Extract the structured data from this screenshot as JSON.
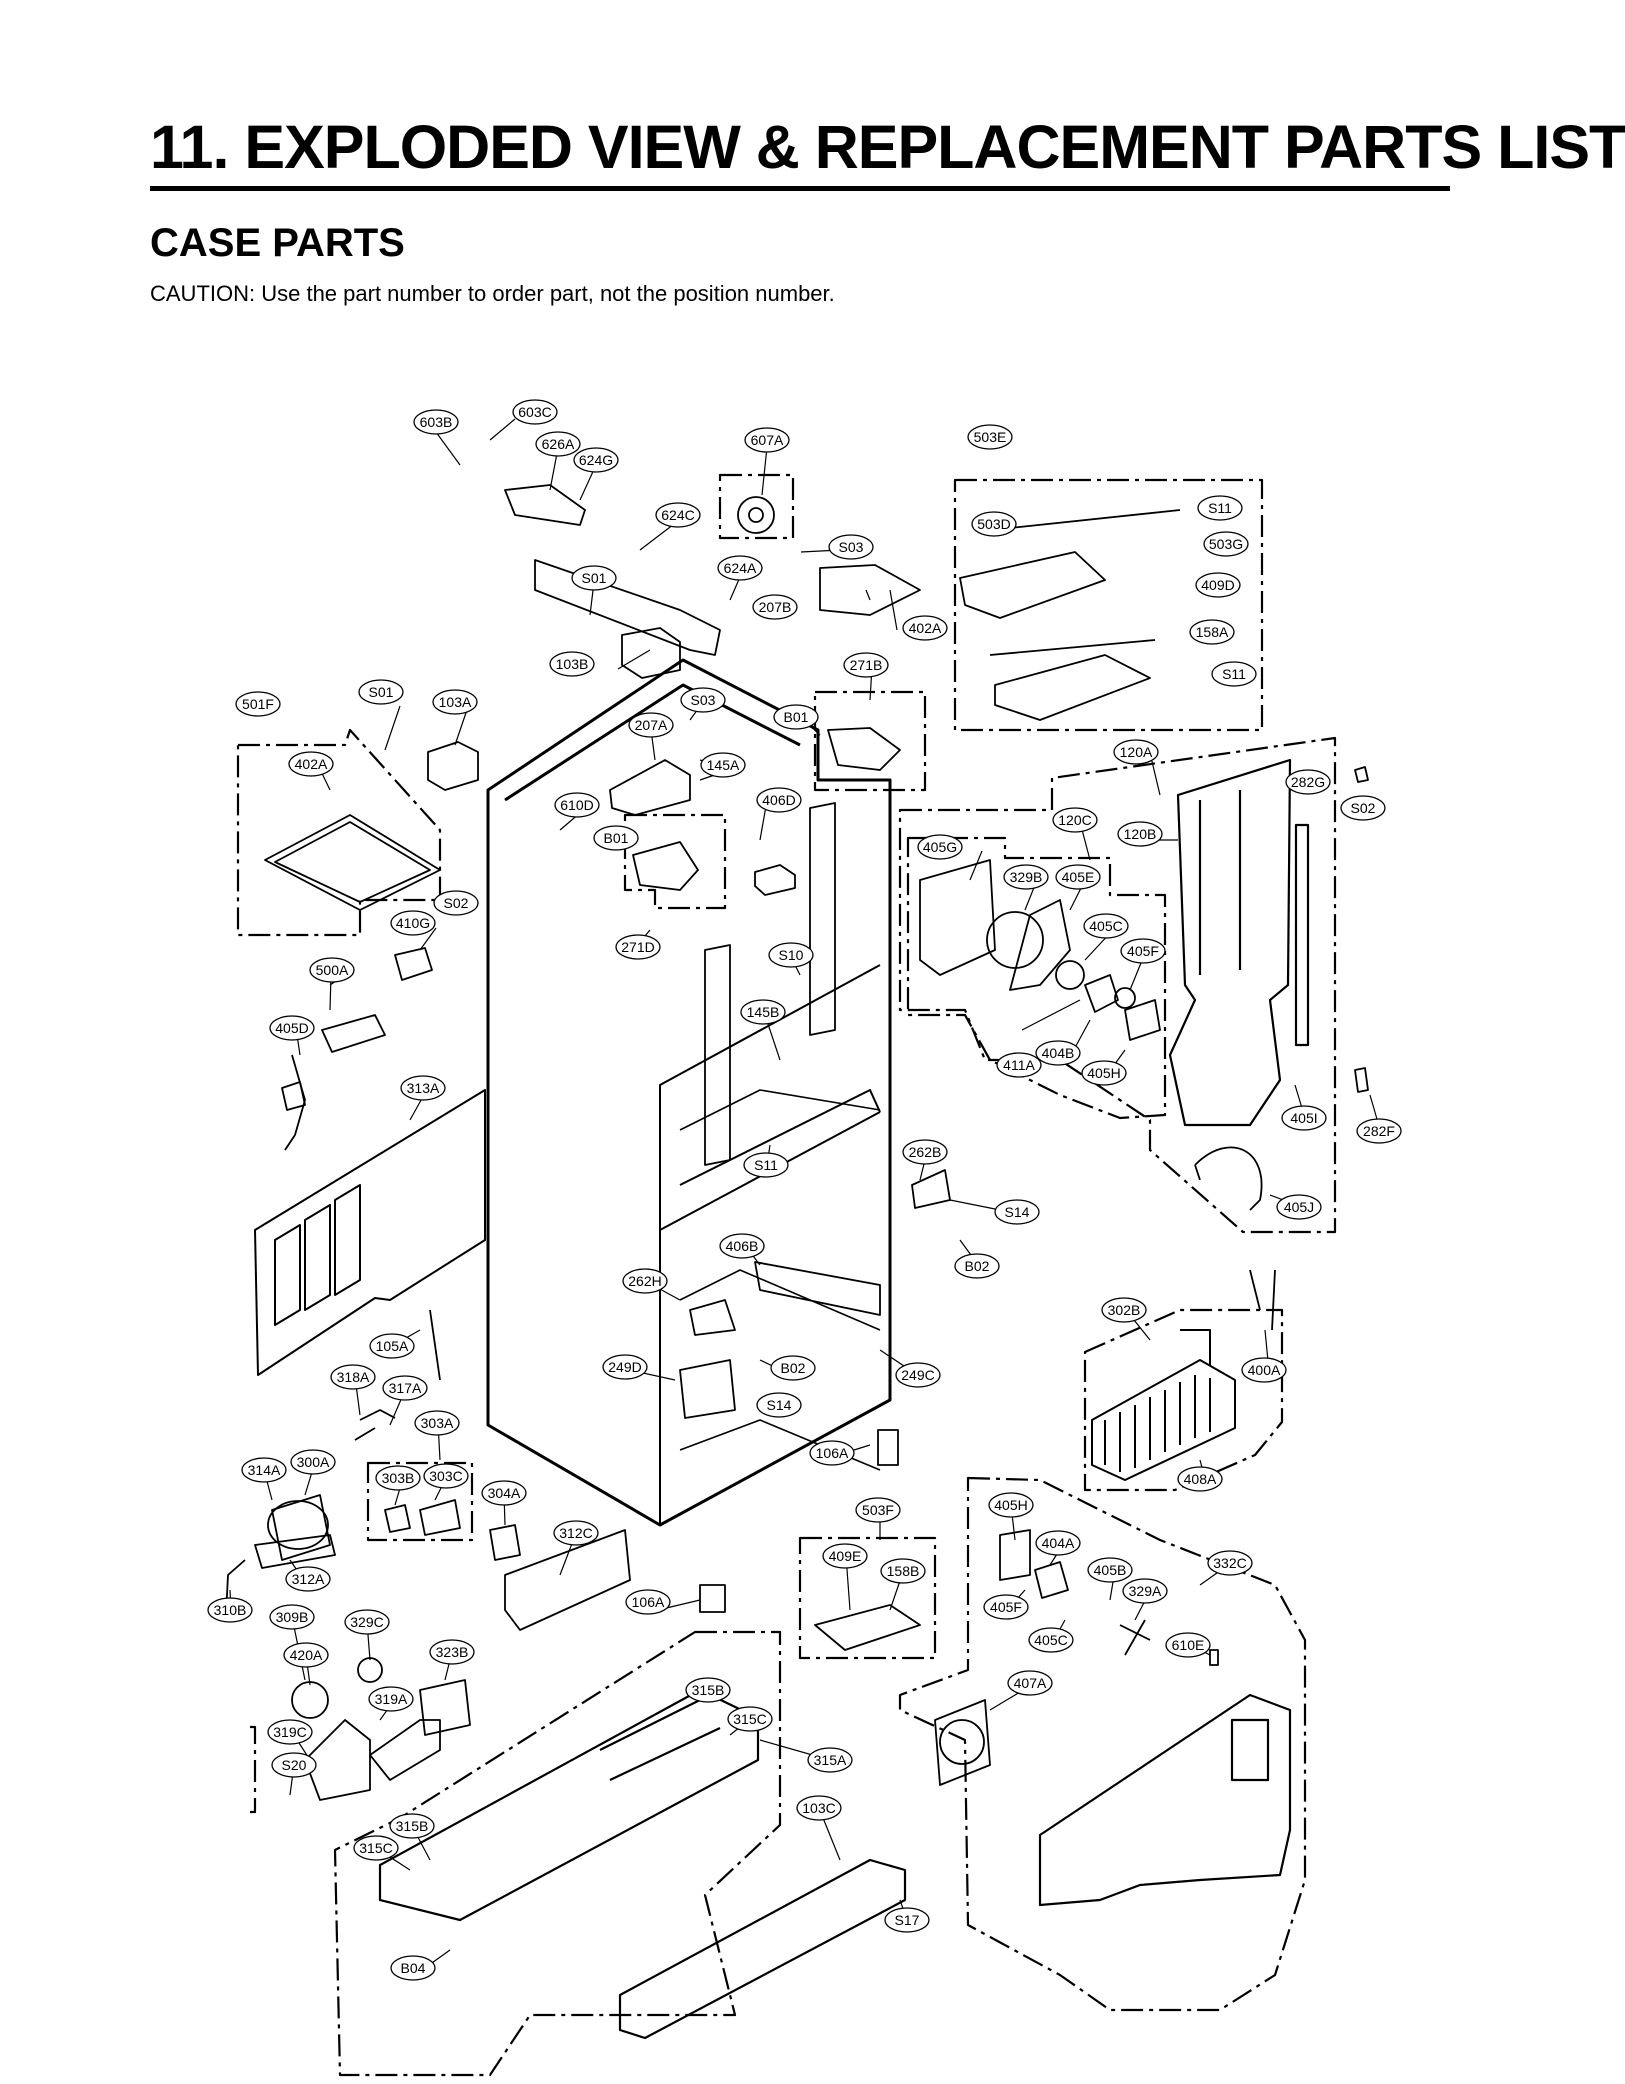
{
  "title": "11. EXPLODED VIEW & REPLACEMENT PARTS LIST",
  "section": "CASE PARTS",
  "caution": "CAUTION: Use the part number to order part, not the position number.",
  "callouts": [
    "603B",
    "603C",
    "626A",
    "624G",
    "607A",
    "503E",
    "624C",
    "S11",
    "503D",
    "503G",
    "S03",
    "624A",
    "S01",
    "409D",
    "207B",
    "402A",
    "158A",
    "103B",
    "271B",
    "S11",
    "S01",
    "103A",
    "S03",
    "B01",
    "501F",
    "207A",
    "120A",
    "402A",
    "145A",
    "282G",
    "S02",
    "406D",
    "610D",
    "120C",
    "120B",
    "B01",
    "405G",
    "329B",
    "405E",
    "S02",
    "410G",
    "271D",
    "405C",
    "S10",
    "405F",
    "500A",
    "145B",
    "405D",
    "411A",
    "404B",
    "405H",
    "405I",
    "313A",
    "282F",
    "S11",
    "262B",
    "405J",
    "S14",
    "406B",
    "B02",
    "262H",
    "302B",
    "105A",
    "249D",
    "B02",
    "400A",
    "318A",
    "249C",
    "317A",
    "S14",
    "303A",
    "106A",
    "408A",
    "314A",
    "300A",
    "303B",
    "303C",
    "304A",
    "405H",
    "503F",
    "404A",
    "312C",
    "409E",
    "332C",
    "405B",
    "312A",
    "158B",
    "329A",
    "106A",
    "310B",
    "309B",
    "329C",
    "405F",
    "405C",
    "610E",
    "420A",
    "323B",
    "407A",
    "315B",
    "319A",
    "315C",
    "319C",
    "315A",
    "S20",
    "103C",
    "315B",
    "315C",
    "S17",
    "B04"
  ]
}
